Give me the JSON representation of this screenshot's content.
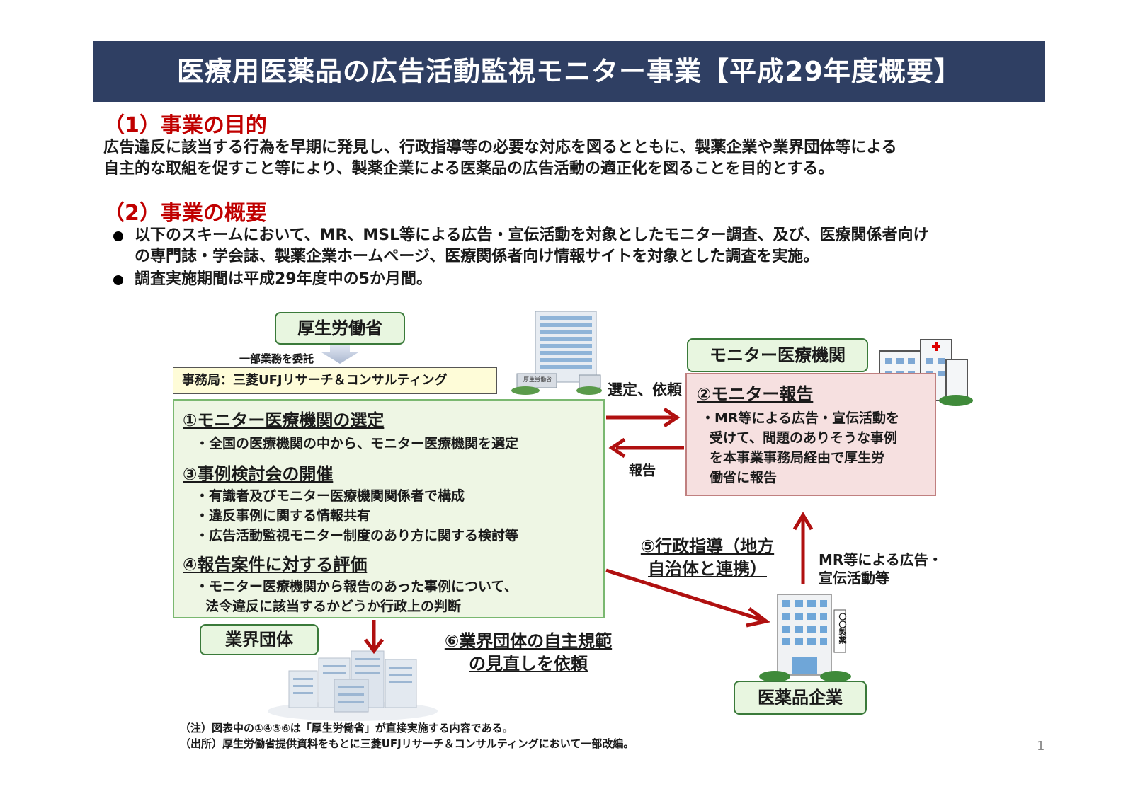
{
  "title": "医療用医薬品の広告活動監視モニター事業【平成29年度概要】",
  "section1": {
    "heading": "（1）事業の目的",
    "lines": [
      "広告違反に該当する行為を早期に発見し、行政指導等の必要な対応を図るとともに、製薬企業や業界団体等による",
      "自主的な取組を促すこと等により、製薬企業による医薬品の広告活動の適正化を図ることを目的とする。"
    ]
  },
  "section2": {
    "heading": "（2）事業の概要",
    "bullets": [
      [
        "以下のスキームにおいて、MR、MSL等による広告・宣伝活動を対象としたモニター調査、及び、医療関係者向け",
        "の専門誌・学会誌、製薬企業ホームページ、医療関係者向け情報サイトを対象とした調査を実施。"
      ],
      [
        "調査実施期間は平成29年度中の5か月間。"
      ]
    ]
  },
  "diagram": {
    "mhlw": "厚生労働省",
    "mhlw_building_sign": "厚生労働省",
    "delegate": "一部業務を委託",
    "secretariat": "事務局：三菱UFJリサーチ＆コンサルティング",
    "main_box": {
      "item1_head": "①モニター医療機関の選定",
      "item1_lines": [
        "・全国の医療機関の中から、モニター医療機関を選定"
      ],
      "item3_head": "③事例検討会の開催",
      "item3_lines": [
        "・有識者及びモニター医療機関関係者で構成",
        "・違反事例に関する情報共有",
        "・広告活動監視モニター制度のあり方に関する検討等"
      ],
      "item4_head": "④報告案件に対する評価",
      "item4_lines": [
        "・モニター医療機関から報告のあった事例について、",
        "法令違反に該当するかどうか行政上の判断"
      ]
    },
    "arrow_select": "選定、依頼",
    "arrow_report": "報告",
    "monitor_inst": "モニター医療機関",
    "report_box": {
      "head": "②モニター報告",
      "lines": [
        "・MR等による広告・宣伝活動を",
        "受けて、問題のありそうな事例",
        "を本事業事務局経由で厚生労",
        "働省に報告"
      ]
    },
    "guidance": [
      "⑤行政指導（地方",
      "自治体と連携）"
    ],
    "mr_activity": [
      "MR等による広告・",
      "宣伝活動等"
    ],
    "industry": "業界団体",
    "review": [
      "⑥業界団体の自主規範",
      "の見直しを依頼"
    ],
    "pharma": "医薬品企業",
    "pharma_sign": "〇〇製薬"
  },
  "notes": [
    "（注）図表中の①④⑤⑥は「厚生労働省」が直接実施する内容である。",
    "（出所）厚生労働省提供資料をもとに三菱UFJリサーチ＆コンサルティングにおいて一部改編。"
  ],
  "page_number": "1",
  "colors": {
    "title_bg": "#2f3f63",
    "heading_red": "#c00000",
    "arrow_red": "#b01010",
    "green_box": "#eef6e4",
    "pink_box": "#f6e0e0"
  }
}
